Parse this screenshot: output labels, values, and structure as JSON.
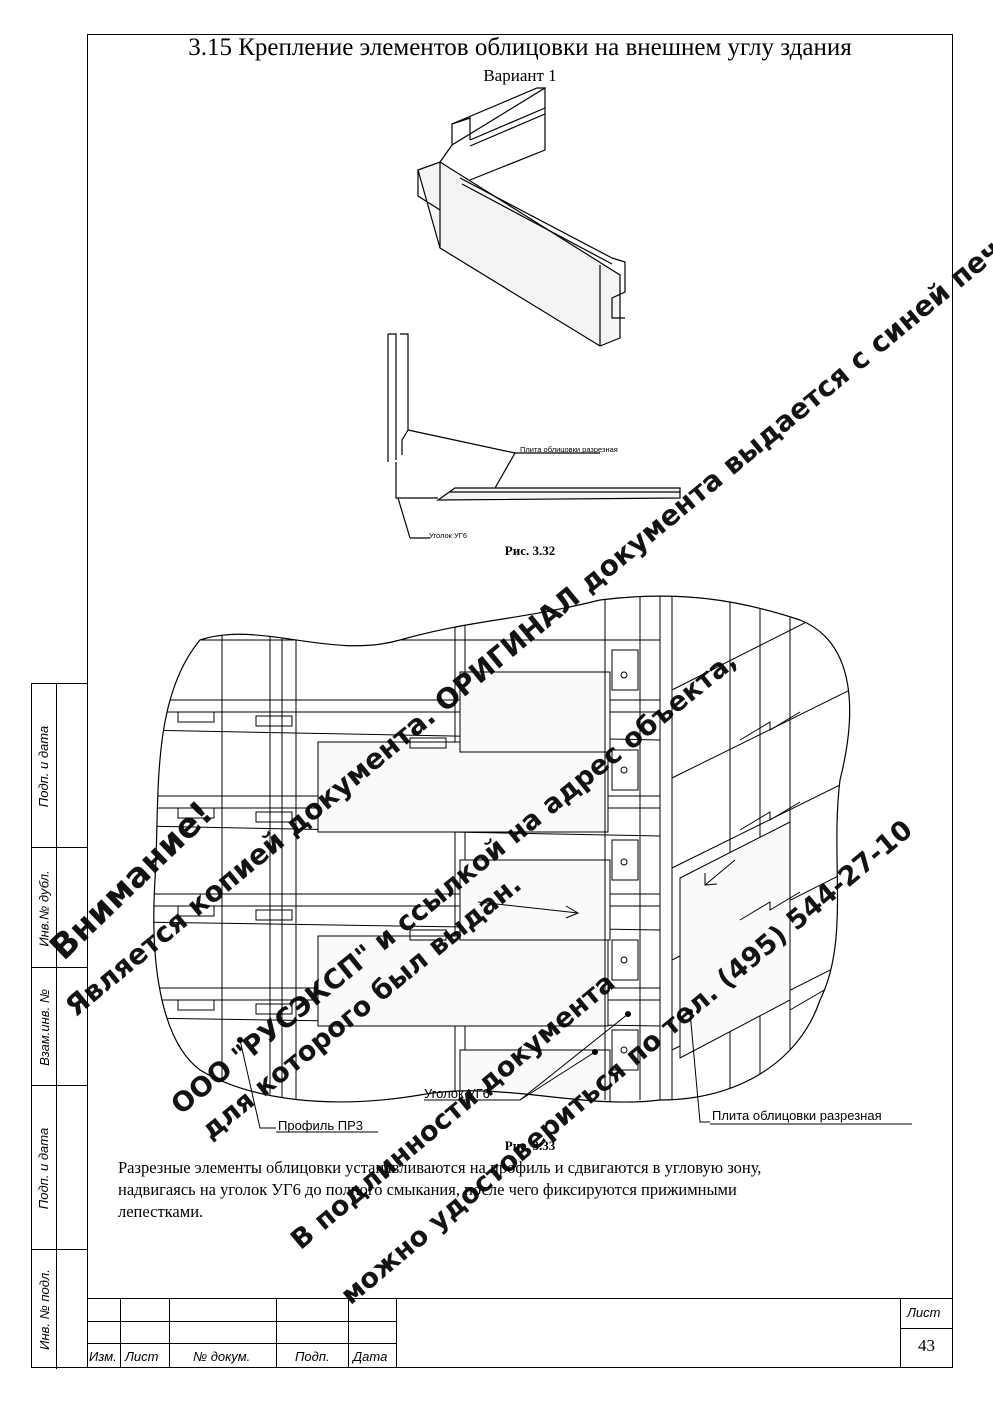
{
  "heading": {
    "title": "3.15 Крепление элементов облицовки на внешнем углу здания",
    "variant": "Вариант 1"
  },
  "figure_32": {
    "label_plate": "Плита облицовки разрезная",
    "label_corner": "Уголок УГ6",
    "caption": "Рис. 3.32"
  },
  "figure_33": {
    "label_corner": "Уголок УГ6",
    "label_profile": "Профиль ПР3",
    "label_plate": "Плита облицовки разрезная",
    "caption": "Рис. 3.33"
  },
  "body_text": {
    "line1": "Разрезные элементы облицовки устанавливаются на профиль и сдвигаются в угловую зону,",
    "line2": "надвигаясь на уголок УГ6 до полного смыкания, после чего фиксируются прижимными",
    "line3": "лепестками."
  },
  "side_stamp": {
    "sign_date_1": "Подп. и дата",
    "dup_no": "Инв.№ дубл.",
    "replace_no": "Взам.инв. №",
    "sign_date_2": "Подп. и дата",
    "orig_no": "Инв. № подл."
  },
  "title_block": {
    "izm": "Изм.",
    "list": "Лист",
    "doc_no": "№ докум.",
    "sign": "Подп.",
    "date": "Дата",
    "sheet_label": "Лист",
    "sheet_number": "43"
  },
  "watermark": {
    "line1": "Внимание!",
    "line2": "Является копией документа. ОРИГИНАЛ документа выдается с синей печатью",
    "line3": "ООО \"РУСЭКСП\" и ссылкой на адрес объекта,",
    "line4": "для которого был выдан.",
    "line5": "В подлинности документа",
    "line6": "можно удостовериться по тел. (495) 544-27-10"
  }
}
